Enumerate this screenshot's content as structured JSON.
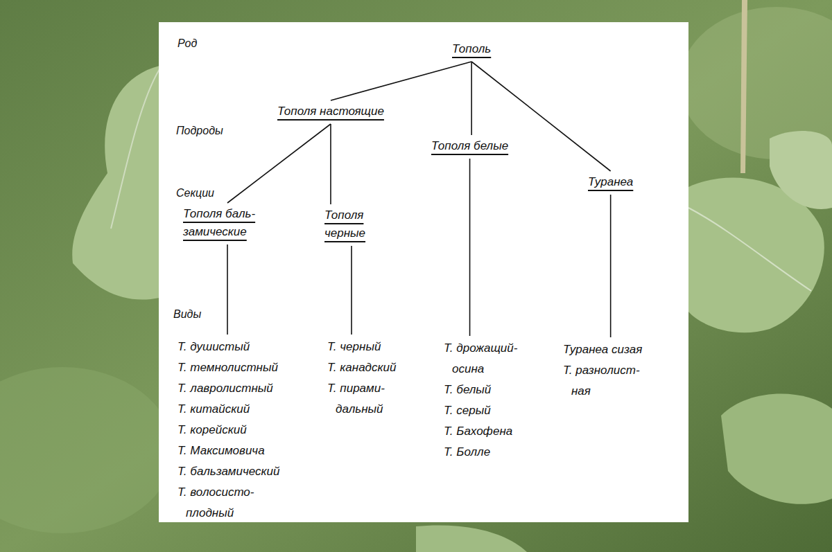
{
  "diagram": {
    "nodes": [
      {
        "text": [
          "Тополь"
        ]
      },
      {
        "text": [
          "Тополя настоящие"
        ]
      },
      {
        "text": [
          "Тополя белые"
        ]
      },
      {
        "text": [
          "Туранеа"
        ]
      },
      {
        "text": [
          "Тополя баль- замические"
        ]
      },
      {
        "text": [
          "Тополя черные"
        ]
      },
      {
        "text": [
          "Т. душистый",
          "Т. темнолистный",
          "Т. лавролистный",
          "Т. китайский",
          "Т. корейский",
          "Т. Максимовича",
          "Т. бальзамический",
          "Т. волосисто- плодный"
        ]
      },
      {
        "text": [
          "Т. черный",
          "Т. канадский",
          "Т. пирами- дальный"
        ]
      },
      {
        "text": [
          "Т. дрожащий- осина",
          "Т. белый",
          "Т. серый",
          "Т. Бахофена",
          "Т. Болле"
        ]
      },
      {
        "text": [
          "Туранеа сизая",
          "Т. разнолист- ная"
        ]
      }
    ],
    "edges": [
      {
        "from": 0,
        "to": 1,
        "arrow": "none"
      },
      {
        "from": 0,
        "to": 2,
        "arrow": "none"
      },
      {
        "from": 0,
        "to": 3,
        "arrow": "none"
      },
      {
        "from": 1,
        "to": 4,
        "arrow": "none"
      },
      {
        "from": 1,
        "to": 5,
        "arrow": "none"
      },
      {
        "from": 4,
        "to": 6,
        "arrow": "none"
      },
      {
        "from": 5,
        "to": 7,
        "arrow": "none"
      },
      {
        "from": 2,
        "to": 8,
        "arrow": "none"
      },
      {
        "from": 3,
        "to": 9,
        "arrow": "none"
      }
    ],
    "labels": [
      "Род",
      "Подроды",
      "Секции",
      "Виды"
    ]
  }
}
